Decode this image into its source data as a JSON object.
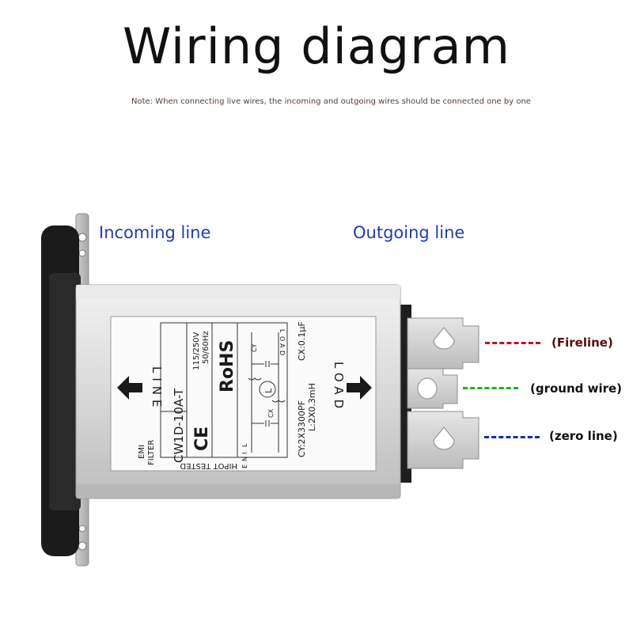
{
  "title": "Wiring diagram",
  "note": "Note: When connecting live wires, the incoming and outgoing wires should be connected one by one",
  "incoming_label": "Incoming line",
  "outgoing_label": "Outgoing line",
  "wires": [
    {
      "label": "(Fireline)",
      "color": "#c0141c"
    },
    {
      "label": "(ground wire)",
      "color": "#1db31d"
    },
    {
      "label": "(zero line)",
      "color": "#1c2aa8"
    }
  ],
  "device": {
    "model": "CW1D-10A-T",
    "rating": "115/250V",
    "frequency": "50/60Hz",
    "ce": "CE",
    "rohs": "RoHS",
    "line_side": "LINE",
    "load_side": "LOAD",
    "emi": "EMI",
    "filter": "FILTER",
    "hipot": "HIPOT TESTED",
    "cy": "CY:2X3300PF",
    "l_value": "L:2X0.3mH",
    "cx": "CX:0.1μF",
    "cy_label": "CY",
    "cx_label": "CX",
    "l_label": "L",
    "terminals_line": [
      "L",
      "I",
      "N",
      "E"
    ],
    "terminals_load": [
      "L",
      "O",
      "A",
      "D"
    ]
  }
}
